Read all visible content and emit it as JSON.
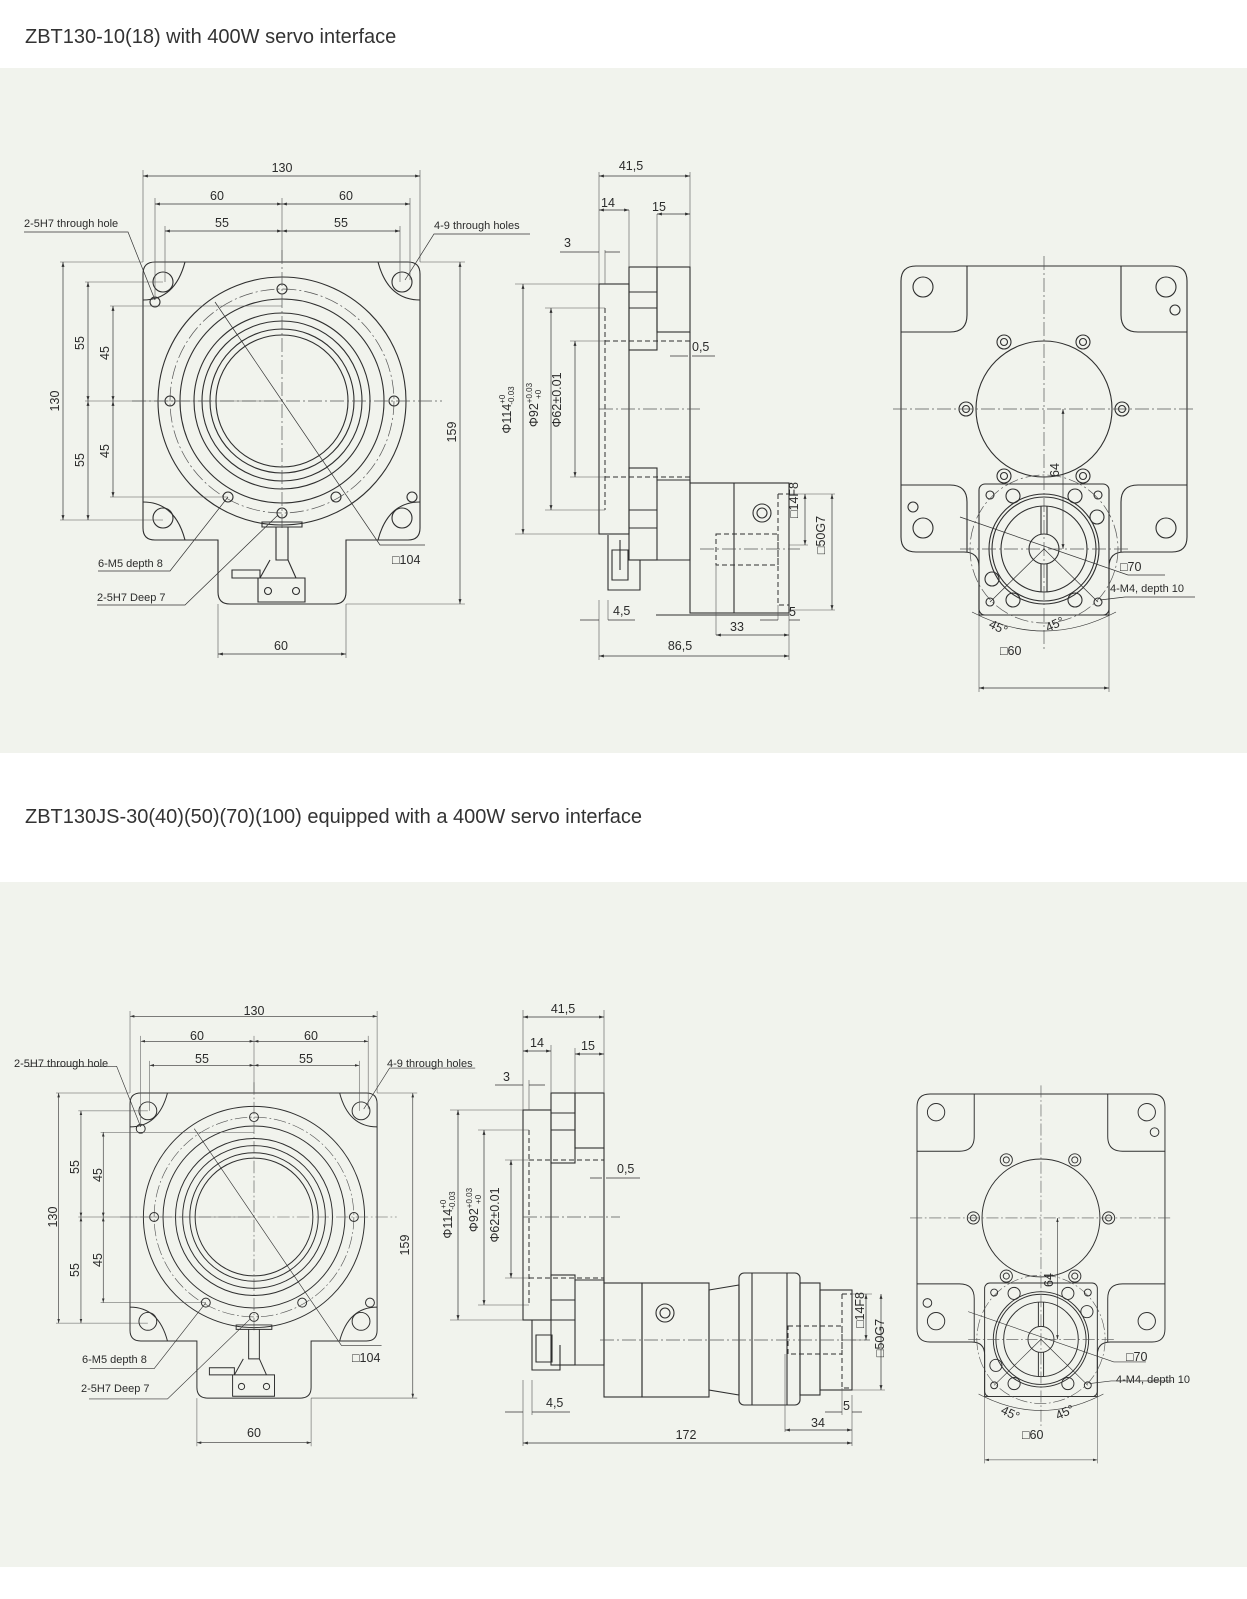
{
  "colors": {
    "panel_bg": "#f1f3ed",
    "line": "#2f2f2f",
    "text": "#333333"
  },
  "panels": [
    {
      "title": "ZBT130-10(18) with 400W servo interface",
      "front": {
        "width": "130",
        "half_left": "60",
        "half_right": "60",
        "hole_left": "55",
        "hole_right": "55",
        "height": "130",
        "v55_top": "55",
        "v55_bot": "55",
        "v45_top": "45",
        "v45_bot": "45",
        "total_height": "159",
        "tab_width": "60",
        "through_hole": "2-5H7 through hole",
        "through_holes": "4-9 through holes",
        "m5": "6-M5 depth 8",
        "deep7": "2-5H7 Deep 7",
        "sq104": "□104"
      },
      "side": {
        "len": "41,5",
        "d14": "14",
        "d15": "15",
        "d3": "3",
        "phi114": "Φ114",
        "phi114_tol_up": "+0",
        "phi114_tol_dn": "-0.03",
        "phi92": "Φ92",
        "phi92_tol_up": "+0.03",
        "phi92_tol_dn": "+0",
        "phi62": "Φ62±0.01",
        "d05": "0,5",
        "sq14": "□14F8",
        "sq50": "□50G7",
        "d45": "4,5",
        "d33": "33",
        "d5": "5",
        "total": "86,5"
      },
      "right": {
        "d64": "64",
        "sq70": "□70",
        "m4": "4-M4, depth 10",
        "ang_left": "45°",
        "ang_right": "45°",
        "sq60": "□60"
      }
    },
    {
      "title": "ZBT130JS-30(40)(50)(70)(100) equipped with a 400W servo interface",
      "front": {
        "width": "130",
        "half_left": "60",
        "half_right": "60",
        "hole_left": "55",
        "hole_right": "55",
        "height": "130",
        "v55_top": "55",
        "v55_bot": "55",
        "v45_top": "45",
        "v45_bot": "45",
        "total_height": "159",
        "tab_width": "60",
        "through_hole": "2-5H7 through hole",
        "through_holes": "4-9 through holes",
        "m5": "6-M5 depth 8",
        "deep7": "2-5H7 Deep 7",
        "sq104": "□104"
      },
      "side": {
        "len": "41,5",
        "d14": "14",
        "d15": "15",
        "d3": "3",
        "phi114": "Φ114",
        "phi114_tol_up": "+0",
        "phi114_tol_dn": "-0.03",
        "phi92": "Φ92",
        "phi92_tol_up": "+0.03",
        "phi92_tol_dn": "+0",
        "phi62": "Φ62±0.01",
        "d05": "0,5",
        "sq14": "□14F8",
        "sq50": "□50G7",
        "d45": "4,5",
        "d34": "34",
        "d5": "5",
        "total": "172"
      },
      "right": {
        "d64": "64",
        "sq70": "□70",
        "m4": "4-M4, depth 10",
        "ang_left": "45°",
        "ang_right": "45°",
        "sq60": "□60"
      }
    }
  ]
}
